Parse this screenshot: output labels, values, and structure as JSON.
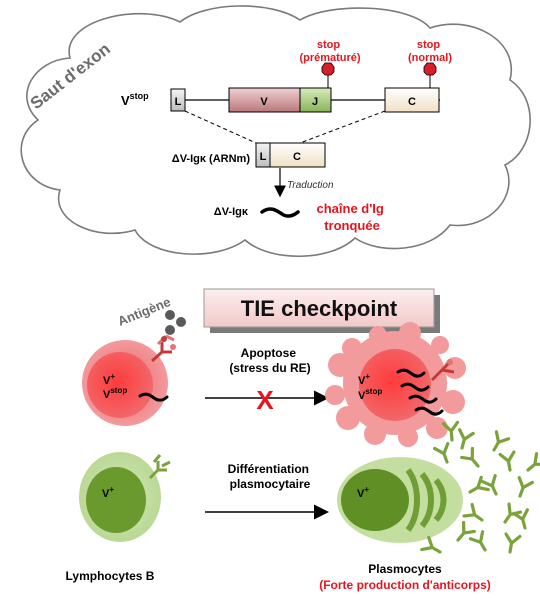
{
  "exon_skip": {
    "title": "Saut d'exon",
    "gene_label": "V",
    "gene_sup": "stop",
    "segments": {
      "L": "L",
      "V": "V",
      "J": "J",
      "C": "C"
    },
    "stop_premature": [
      "stop",
      "(prématuré)"
    ],
    "stop_normal": [
      "stop",
      "(normal)"
    ],
    "mrna_label": "ΔV-Igκ (ARNm)",
    "mrna_segments": {
      "L": "L",
      "C": "C"
    },
    "translation_label": "Traduction",
    "protein_label": "ΔV-Igκ",
    "truncated_chain": [
      "chaîne d'Ig",
      "tronquée"
    ]
  },
  "tie": {
    "checkpoint_title": "TIE checkpoint",
    "antigen_label": "Antigène",
    "apoptosis_label": [
      "Apoptose",
      "(stress du RE)"
    ],
    "blocked_mark": "X",
    "cell_top_labels": [
      "V",
      "V"
    ],
    "cell_top_sups": [
      "+",
      "stop"
    ],
    "cell_dying_labels": [
      "V",
      "V"
    ],
    "cell_dying_sups": [
      "+",
      "stop"
    ],
    "differentiation_label": [
      "Différentiation",
      "plasmocytaire"
    ],
    "cell_green_label": "V",
    "cell_green_sup": "+",
    "plasma_label": "V",
    "plasma_sup": "+",
    "b_cells_label": "Lymphocytes B",
    "plasma_cells_label": "Plasmocytes",
    "antibody_production_label": "(Forte production d'anticorps)"
  },
  "colors": {
    "red_text": "#e8141e",
    "cell_red": "#f0494f",
    "cell_pink": "#f7a9aa",
    "cell_green_outer": "#bcd99a",
    "cell_green_inner": "#6a9a2e",
    "antibody_green": "#7aa33b",
    "stop_hex": "#d61f2a",
    "box_V": "#cf8f92",
    "box_J": "#9cc46a",
    "box_C": "#f7ecd8",
    "box_L": "#d9d9d9"
  }
}
